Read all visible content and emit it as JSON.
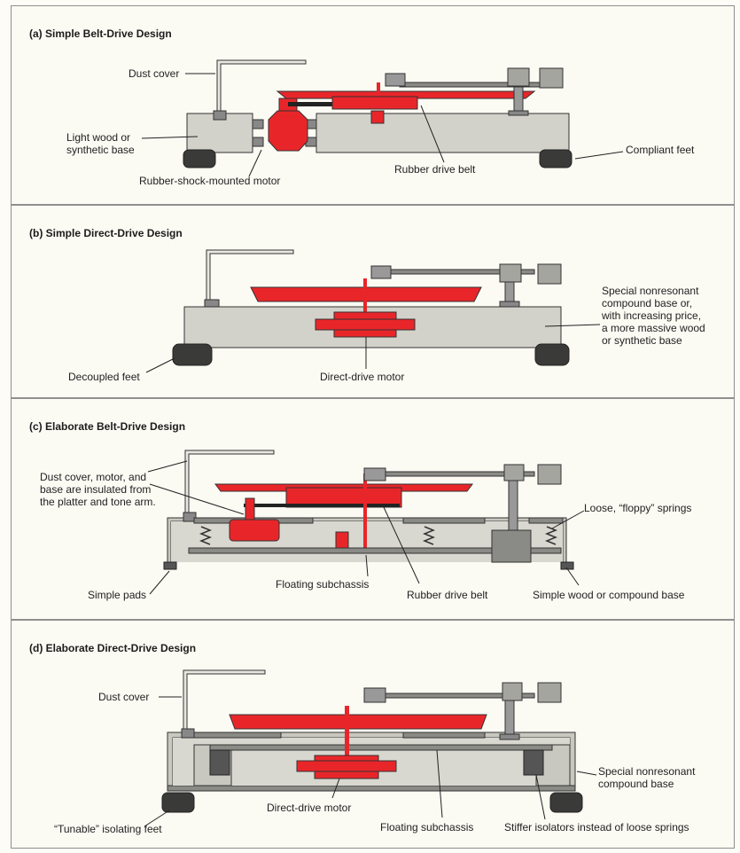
{
  "panels": [
    {
      "title": "(a) Simple Belt-Drive Design",
      "labels": {
        "dust_cover": "Dust cover",
        "base_line1": "Light wood or",
        "base_line2": "synthetic base",
        "motor": "Rubber-shock-mounted motor",
        "belt": "Rubber drive belt",
        "feet": "Compliant feet"
      }
    },
    {
      "title": "(b) Simple Direct-Drive Design",
      "labels": {
        "base_line1": "Special nonresonant",
        "base_line2": "compound base or,",
        "base_line3": "with increasing price,",
        "base_line4": "a more massive wood",
        "base_line5": "or synthetic base",
        "feet": "Decoupled feet",
        "motor": "Direct-drive motor"
      }
    },
    {
      "title": "(c) Elaborate Belt-Drive Design",
      "labels": {
        "insulated_line1": "Dust cover, motor, and",
        "insulated_line2": "base are insulated from",
        "insulated_line3": "the platter and tone arm.",
        "springs": "Loose, “floppy” springs",
        "pads": "Simple pads",
        "subchassis": "Floating subchassis",
        "belt": "Rubber drive belt",
        "base": "Simple wood or compound base"
      }
    },
    {
      "title": "(d) Elaborate Direct-Drive Design",
      "labels": {
        "dust_cover": "Dust cover",
        "base_line1": "Special nonresonant",
        "base_line2": "compound base",
        "motor": "Direct-drive motor",
        "feet": "“Tunable” isolating feet",
        "subchassis": "Floating subchassis",
        "isolators": "Stiffer isolators instead of loose springs"
      }
    }
  ],
  "colors": {
    "red": "#e8262a",
    "gray": "#c9c8c0",
    "dark_gray": "#7e7e7a",
    "foot": "#3a3a38",
    "outline": "#333333"
  }
}
